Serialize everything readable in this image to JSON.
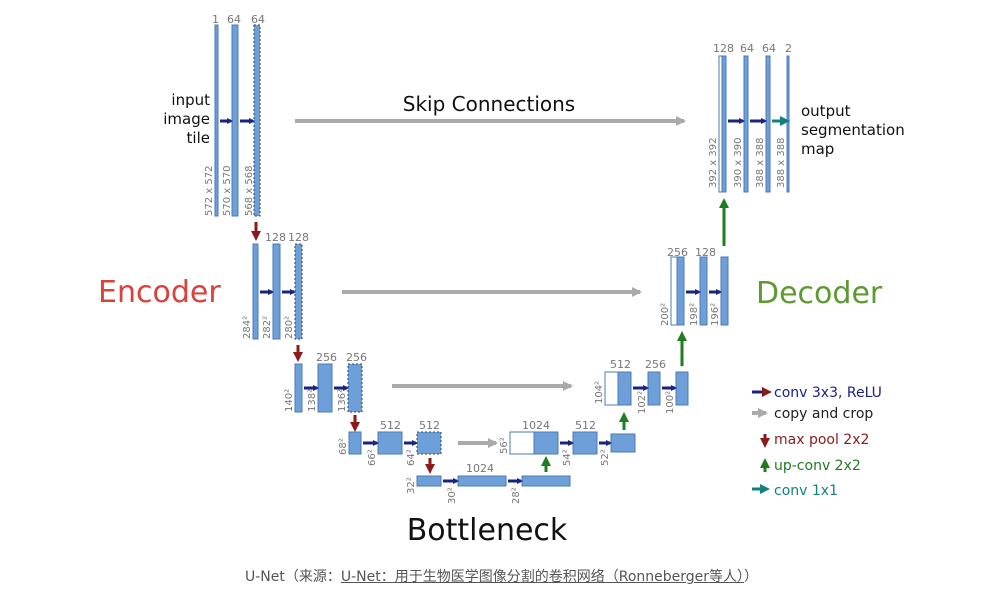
{
  "labels": {
    "input": [
      "input",
      "image",
      "tile"
    ],
    "output": [
      "output",
      "segmentation",
      "map"
    ],
    "skip_connections": "Skip Connections",
    "encoder": "Encoder",
    "decoder": "Decoder",
    "bottleneck": "Bottleneck"
  },
  "channels": {
    "l1_in": "1",
    "l1_a": "64",
    "l1_b": "64",
    "l2_a": "128",
    "l2_b": "128",
    "l3_a": "256",
    "l3_b": "256",
    "l4_a": "512",
    "l4_b": "512",
    "l5_a": "1024",
    "d4_a": "1024",
    "d4_b": "512",
    "d3_a": "512",
    "d3_b": "256",
    "d2_a": "256",
    "d2_b": "128",
    "d1_a": "128",
    "d1_b": "64",
    "d1_c": "64",
    "d1_d": "2"
  },
  "dims": {
    "l1_a": "572 x 572",
    "l1_b": "570 x 570",
    "l1_c": "568 x 568",
    "l2_a": "284²",
    "l2_b": "282²",
    "l2_c": "280²",
    "l3_a": "140²",
    "l3_b": "138²",
    "l3_c": "136²",
    "l4_a": "68²",
    "l4_b": "66²",
    "l4_c": "64²",
    "l5_a": "32²",
    "l5_b": "30²",
    "l5_c": "28²",
    "d4_a": "56²",
    "d4_b": "54²",
    "d4_c": "52²",
    "d3_a": "104²",
    "d3_b": "102²",
    "d3_c": "100²",
    "d2_a": "200²",
    "d2_b": "198²",
    "d2_c": "196²",
    "d1_a": "392 x 392",
    "d1_b": "390 x 390",
    "d1_c": "388 x 388",
    "d1_d": "388 x 388"
  },
  "legend": [
    {
      "label": "conv 3x3, ReLU",
      "color": "#1a237e",
      "icon": "arrow-right-icon"
    },
    {
      "label": "copy and crop",
      "color": "#aaaaaa",
      "icon": "arrow-right-icon"
    },
    {
      "label": "max pool 2x2",
      "color": "#8b1a1a",
      "icon": "arrow-down-icon"
    },
    {
      "label": "up-conv 2x2",
      "color": "#1e7d1e",
      "icon": "arrow-up-icon"
    },
    {
      "label": "conv 1x1",
      "color": "#138080",
      "icon": "arrow-right-icon"
    }
  ],
  "colors": {
    "encoder": "#d9413a",
    "decoder": "#5d9a30",
    "block_fill": "#6f9fd8",
    "conv_arrow": "#1a237e",
    "copy_arrow": "#aaaaaa",
    "pool_arrow": "#8b1a1a",
    "upconv_arrow": "#1e7d1e",
    "conv1x1_arrow": "#138080"
  },
  "caption": {
    "prefix": "U-Net（来源：",
    "link": "U-Net：用于生物医学图像分割的卷积网络（Ronneberger等人）",
    "suffix": "）"
  }
}
